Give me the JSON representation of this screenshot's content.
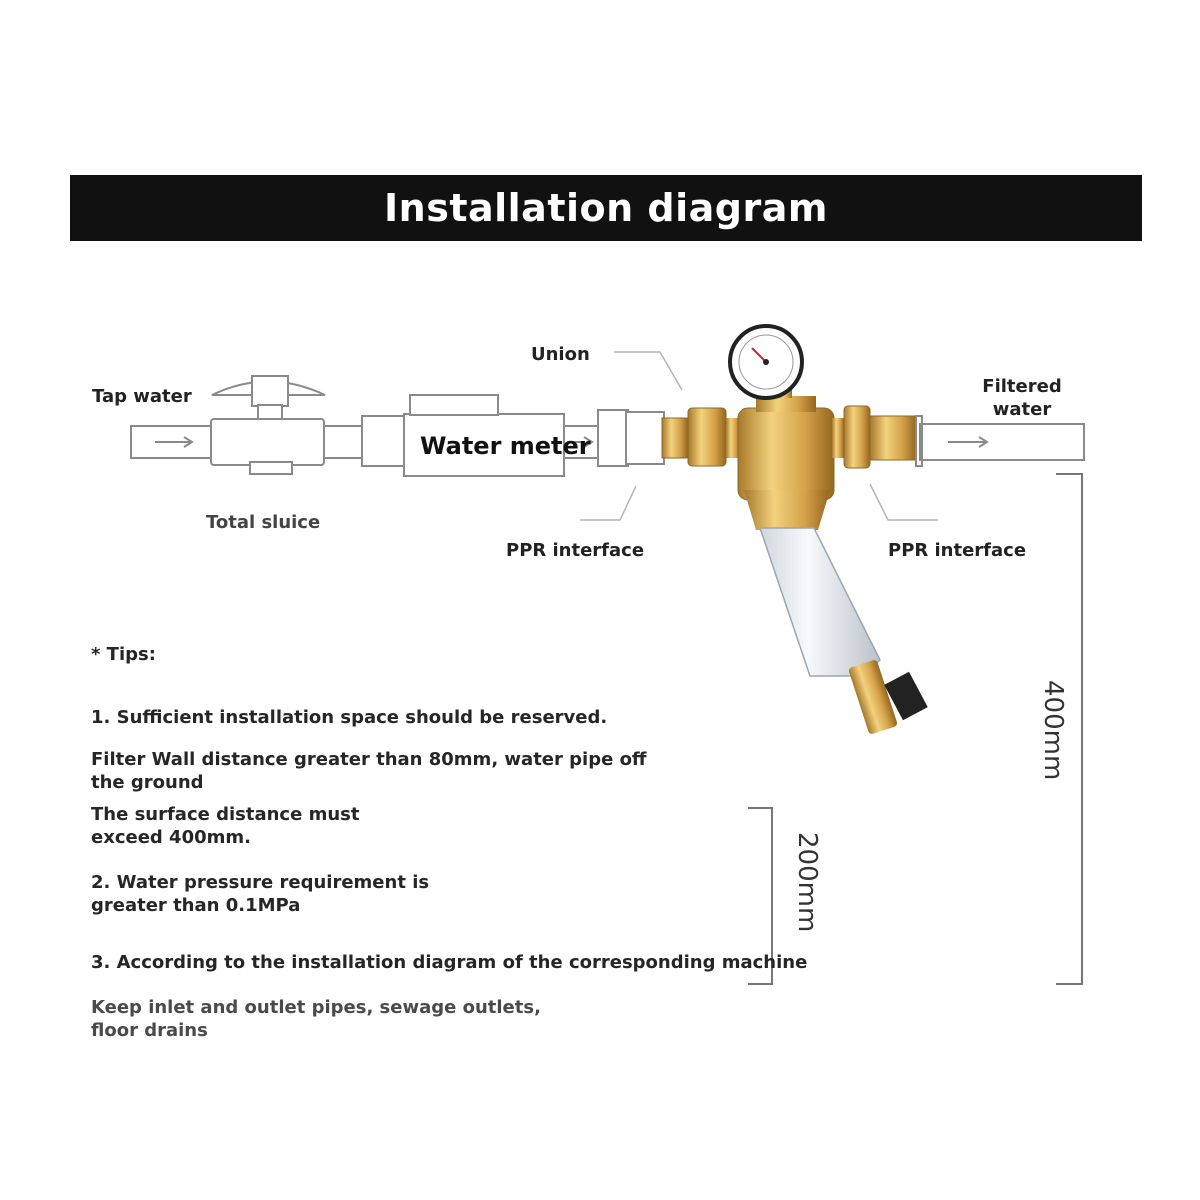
{
  "title": "Installation diagram",
  "labels": {
    "tap_water": "Tap water",
    "total_sluice": "Total sluice",
    "water_meter": "Water meter",
    "union": "Union",
    "filtered_water": "Filtered water",
    "ppr_left": "PPR interface",
    "ppr_right": "PPR interface"
  },
  "tips": {
    "heading": "* Tips:",
    "item1": "1. Sufficient installation space should be reserved.",
    "item1_detail_a": "Filter Wall distance greater than 80mm, water pipe off the ground",
    "item1_detail_b": "The surface distance must exceed 400mm.",
    "item2": "2. Water pressure requirement is greater than 0.1MPa",
    "item3": "3. According to the installation diagram of the corresponding machine",
    "item3_detail": "Keep inlet and outlet pipes, sewage outlets, floor drains"
  },
  "dimensions": {
    "right": "400mm",
    "left": "200mm"
  },
  "colors": {
    "banner": "#111111",
    "brass": "#d9a84a",
    "pipe_outline": "#8a8a8a"
  }
}
